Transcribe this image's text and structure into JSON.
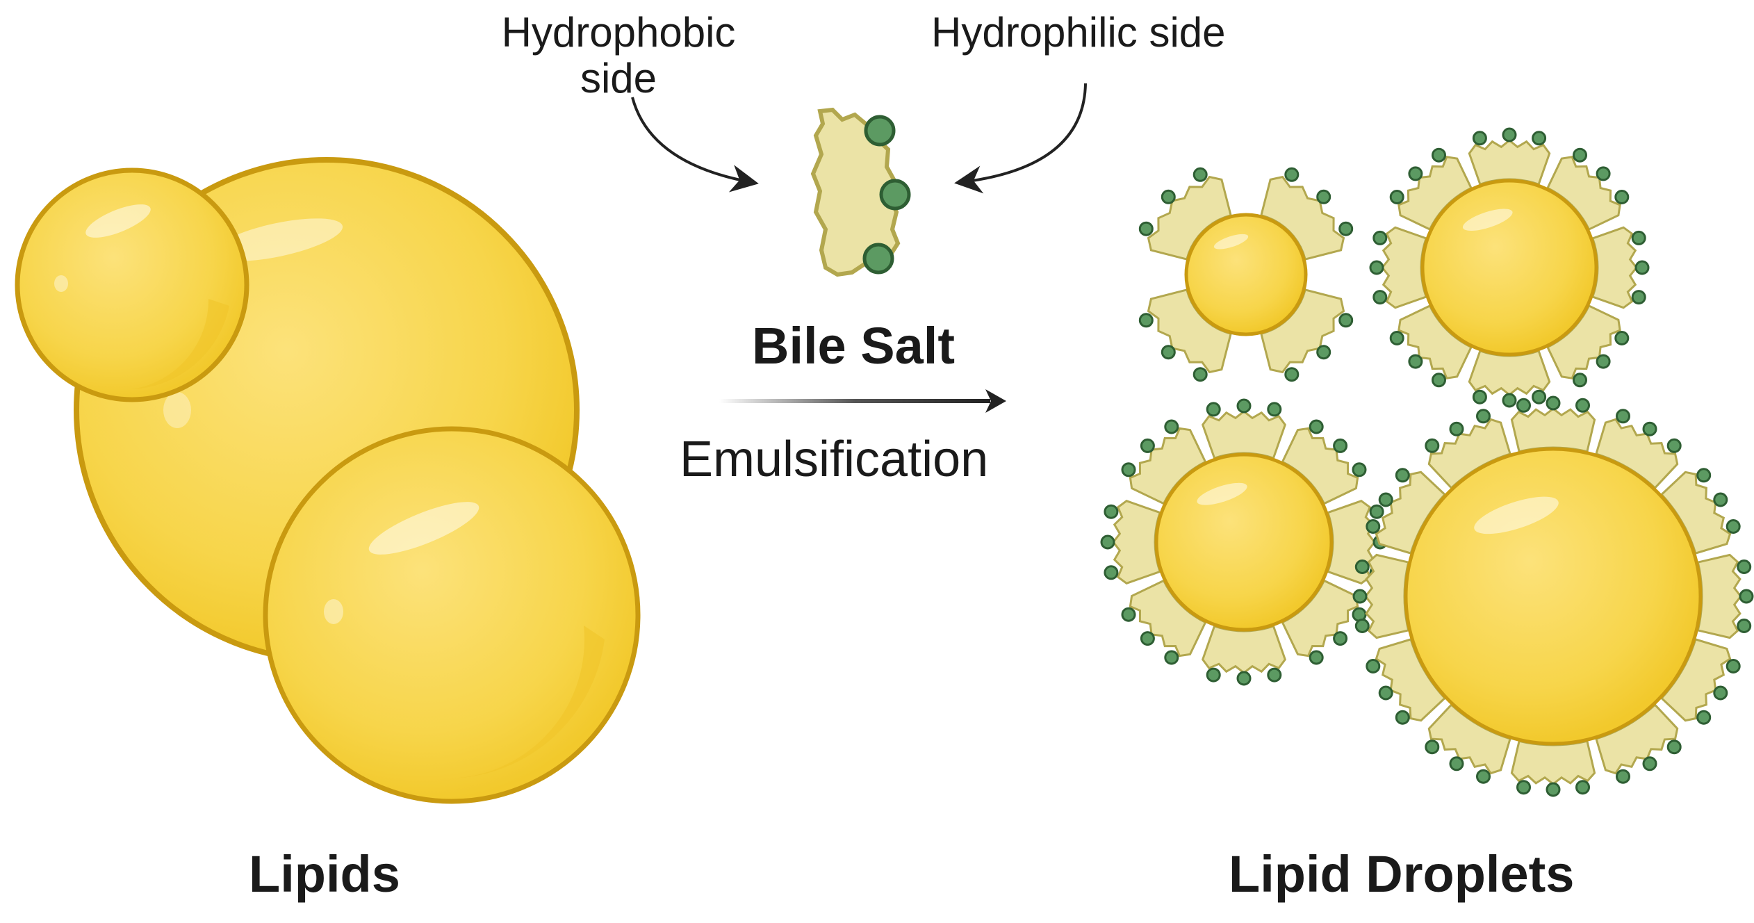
{
  "labels": {
    "hydrophobic_line1": "Hydrophobic",
    "hydrophobic_line2": "side",
    "hydrophilic": "Hydrophilic side",
    "bile_salt": "Bile Salt",
    "emulsification": "Emulsification",
    "lipids": "Lipids",
    "lipid_droplets": "Lipid Droplets"
  },
  "colors": {
    "lipid_fill": "#f7d54a",
    "lipid_edge": "#c99a10",
    "lipid_shade": "#f2c92c",
    "bile_fill": "#ebe3a6",
    "bile_edge": "#b2a74e",
    "head_fill": "#5c9a62",
    "head_edge": "#2e5e33",
    "arrow": "#222222"
  }
}
